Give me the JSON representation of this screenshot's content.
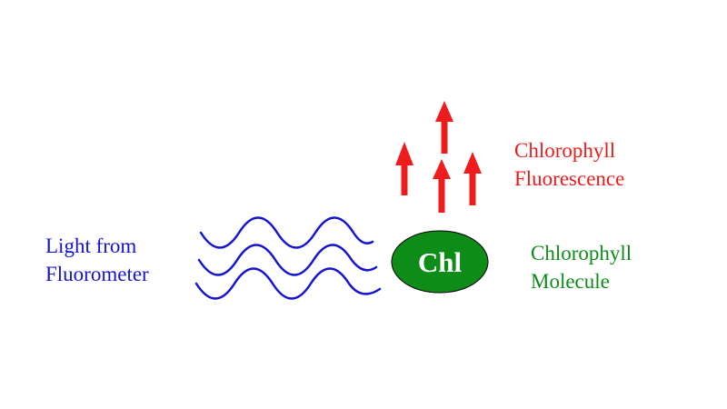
{
  "light_source": {
    "line1": "Light from",
    "line2": "Fluorometer",
    "color": "#1414d2",
    "wave_count": 3
  },
  "fluorescence": {
    "line1": "Chlorophyll",
    "line2": "Fluorescence",
    "color": "#ee1c1c",
    "arrow_count": 4
  },
  "molecule": {
    "symbol": "Chl",
    "line1": "Chlorophyll",
    "line2": "Molecule",
    "fill_color": "#0d8c18",
    "text_color": "#ffffff"
  }
}
